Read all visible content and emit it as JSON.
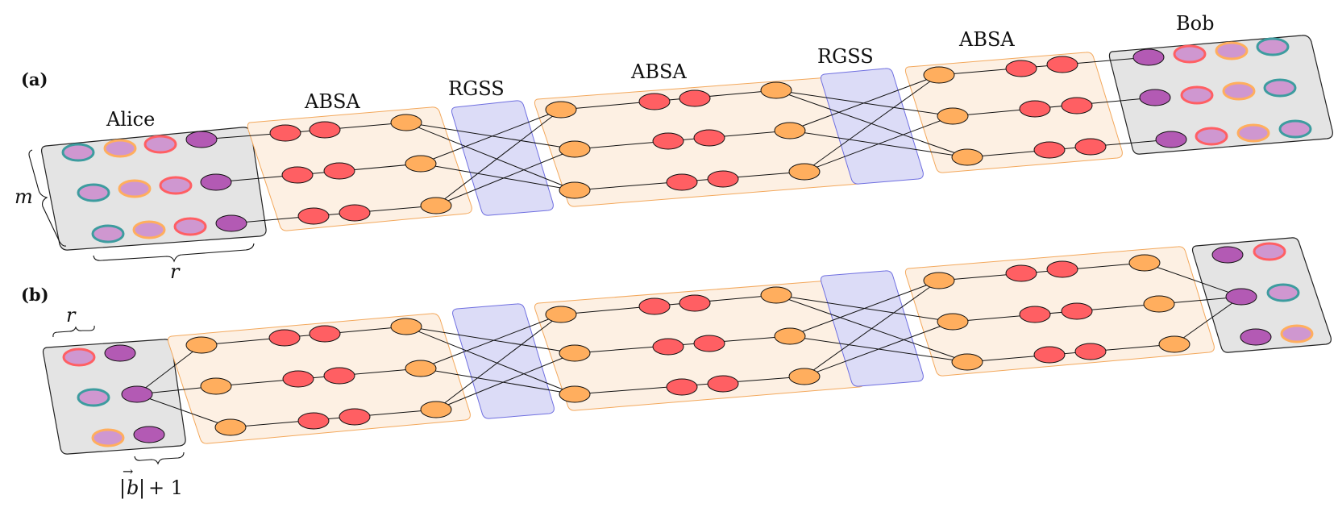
{
  "labels": {
    "panel_a": "(a)",
    "panel_b": "(b)",
    "alice": "Alice",
    "bob": "Bob",
    "absa": "ABSA",
    "rgss": "RGSS",
    "m": "m",
    "r": "r",
    "b_plus_one": "|b| + 1",
    "b_vec": "b",
    "b_bars": "| |",
    "plus_one": "+ 1"
  },
  "colors": {
    "orange_node": "#ffae5e",
    "red_node": "#ff5f63",
    "purple_node": "#b35ab4",
    "light_purple": "#cf97d0",
    "teal_ring": "#3d9c9f",
    "orange_ring": "#ffae5e",
    "red_ring": "#ff5f63",
    "absa_fill": "#fdf0e3",
    "rgss_fill": "#dcdcf7",
    "party_fill": "#e4e4e4"
  }
}
